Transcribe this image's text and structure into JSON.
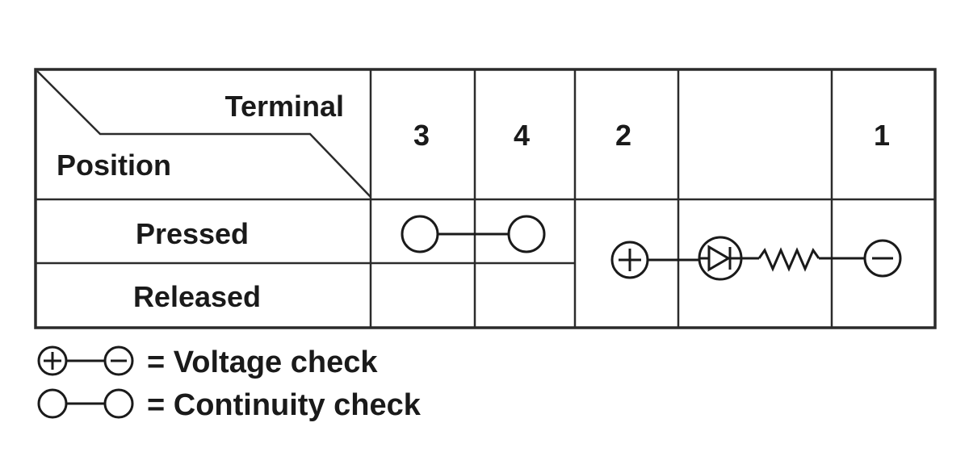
{
  "table": {
    "header_terminal": "Terminal",
    "header_position": "Position",
    "terminals": [
      "3",
      "4",
      "2",
      "",
      "1"
    ],
    "positions": [
      "Pressed",
      "Released"
    ]
  },
  "connections": [
    {
      "position": "Pressed",
      "type": "continuity",
      "from_terminal": "3",
      "to_terminal": "4"
    },
    {
      "position": "Pressed/Released",
      "type": "voltage",
      "from_terminal": "2",
      "to_terminal": "1",
      "components": [
        "diode",
        "resistor"
      ]
    }
  ],
  "legend": {
    "voltage_label": "= Voltage check",
    "continuity_label": "= Continuity check"
  },
  "icons": {
    "plus": "plus-terminal-icon",
    "minus": "minus-terminal-icon",
    "circle": "continuity-terminal-icon",
    "diode": "diode-icon",
    "resistor": "resistor-icon"
  }
}
